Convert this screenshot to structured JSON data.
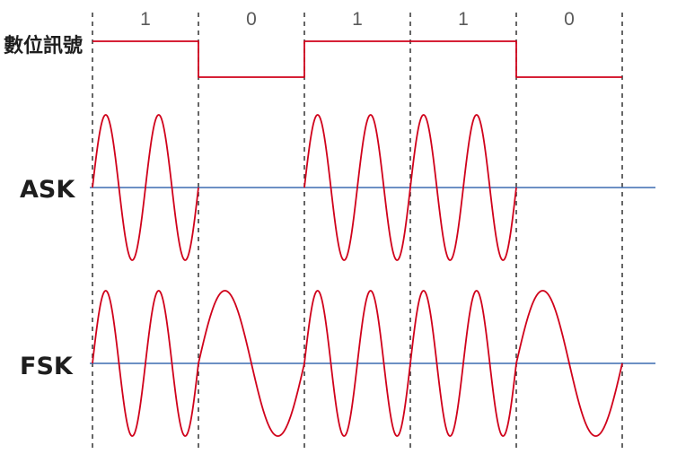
{
  "bits": [
    "1",
    "0",
    "1",
    "1",
    "0"
  ],
  "labels": {
    "digital": "數位訊號",
    "ask": "ASK",
    "fsk": "FSK"
  },
  "colors": {
    "signal": "#d0021b",
    "baseline": "#3b6bb0",
    "divider": "#333333"
  }
}
